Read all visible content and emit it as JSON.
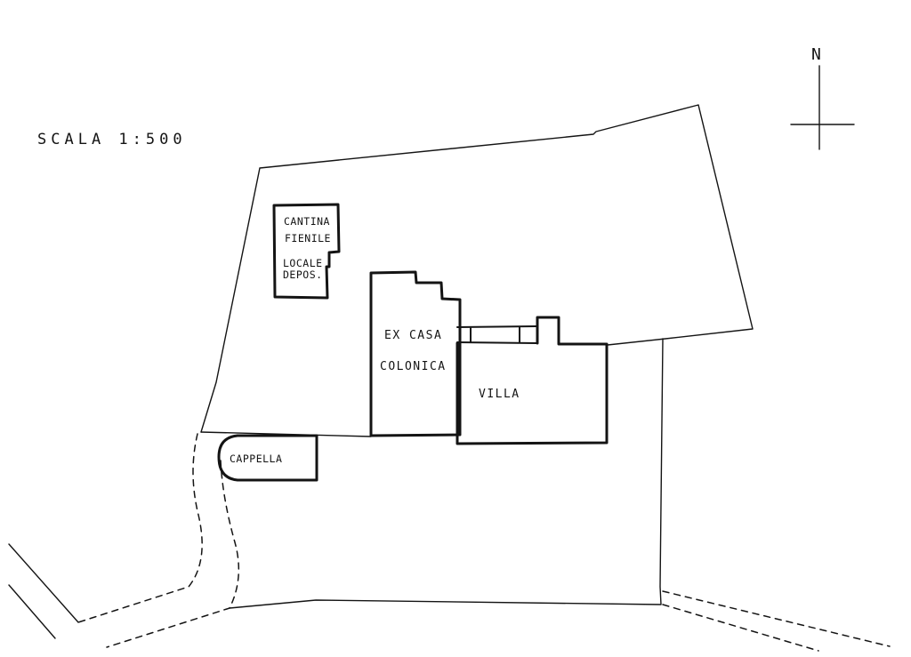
{
  "scale_label": "SCALA  1:500",
  "north_label": "N",
  "buildings": {
    "cantina": [
      "CANTINA",
      "FIENILE",
      "LOCALE",
      "DEPOS."
    ],
    "casa_colonica": [
      "EX CASA",
      "COLONICA"
    ],
    "villa": "VILLA",
    "cappella": "CAPPELLA"
  }
}
